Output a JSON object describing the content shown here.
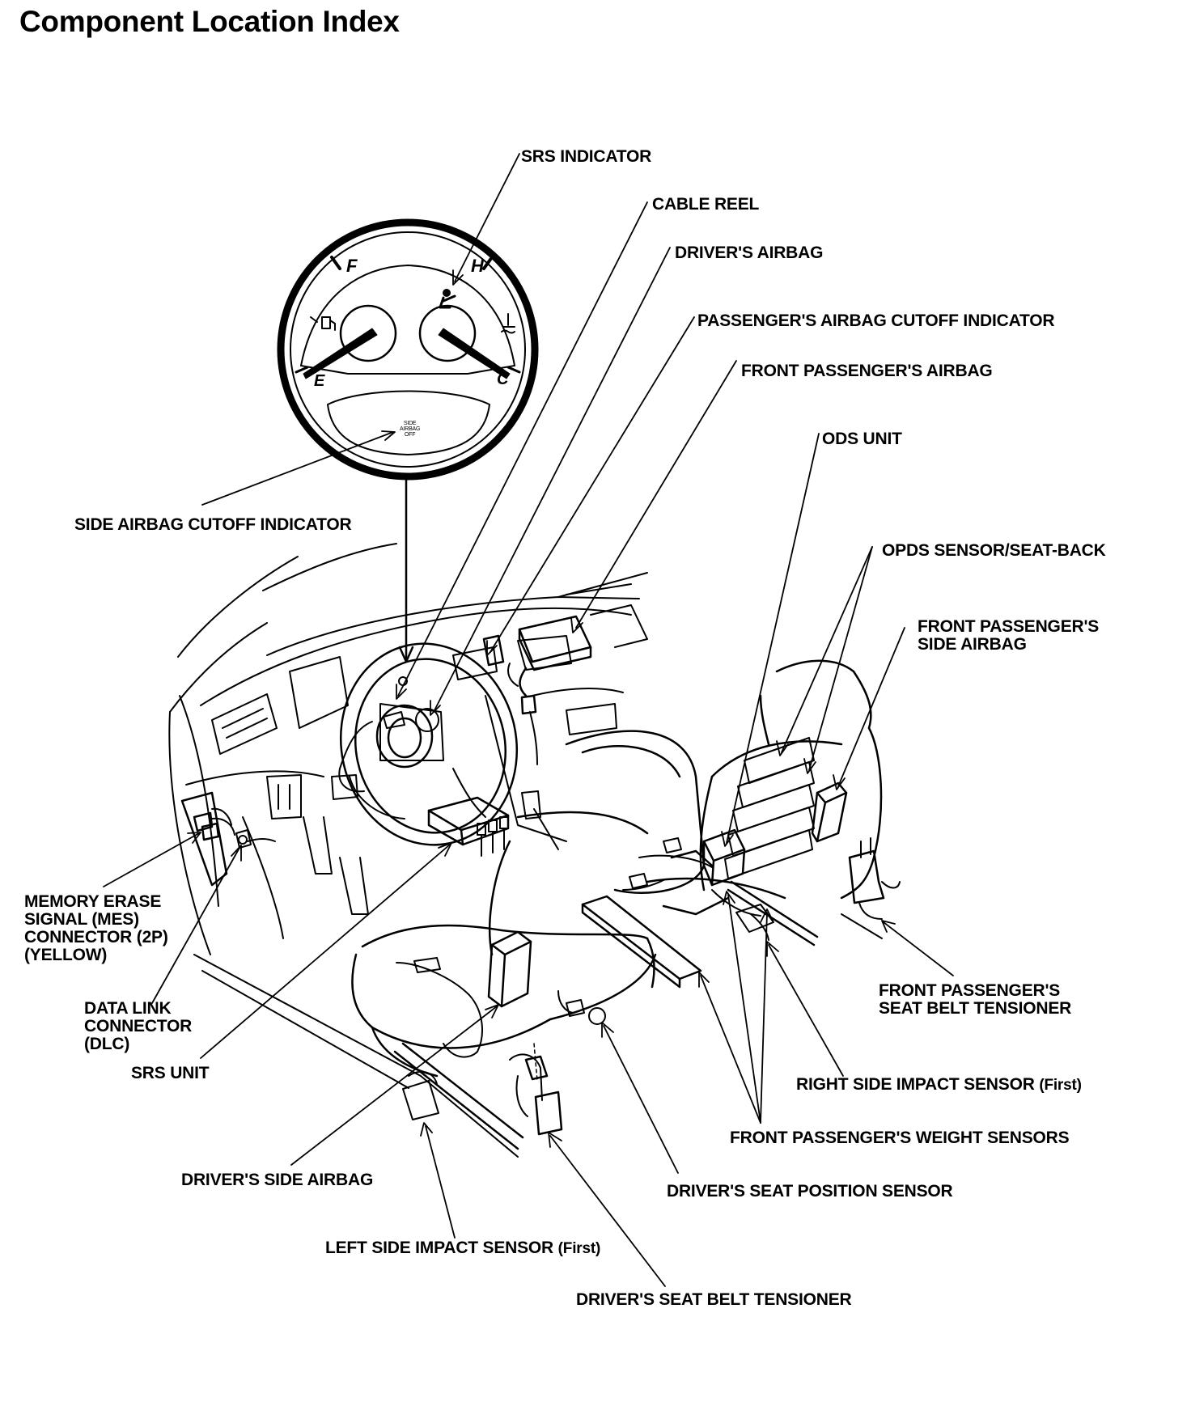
{
  "title": "Component Location Index",
  "gauge": {
    "fuel_full": "F",
    "fuel_empty": "E",
    "temp_hot": "H",
    "temp_cold": "C",
    "side_airbag_off_text": "SIDE\nAIRBAG\nOFF"
  },
  "labels": {
    "srs_indicator": "SRS INDICATOR",
    "cable_reel": "CABLE REEL",
    "drivers_airbag": "DRIVER'S AIRBAG",
    "passengers_airbag_cutoff_indicator": "PASSENGER'S AIRBAG CUTOFF INDICATOR",
    "front_passengers_airbag": "FRONT PASSENGER'S AIRBAG",
    "ods_unit": "ODS UNIT",
    "side_airbag_cutoff_indicator": "SIDE AIRBAG CUTOFF INDICATOR",
    "opds_sensor_seat_back": "OPDS SENSOR/SEAT-BACK",
    "front_passengers_side_airbag": "FRONT PASSENGER'S\nSIDE AIRBAG",
    "memory_erase_signal_connector": "MEMORY ERASE\nSIGNAL (MES)\nCONNECTOR (2P)\n(YELLOW)",
    "data_link_connector": "DATA LINK\nCONNECTOR\n(DLC)",
    "srs_unit": "SRS UNIT",
    "front_passengers_seat_belt_tensioner": "FRONT PASSENGER'S\nSEAT BELT TENSIONER",
    "right_side_impact_sensor": "RIGHT SIDE IMPACT SENSOR",
    "right_side_impact_sensor_note": "(First)",
    "front_passengers_weight_sensors": "FRONT PASSENGER'S WEIGHT SENSORS",
    "drivers_side_airbag": "DRIVER'S SIDE AIRBAG",
    "drivers_seat_position_sensor": "DRIVER'S SEAT POSITION SENSOR",
    "left_side_impact_sensor": "LEFT SIDE IMPACT SENSOR",
    "left_side_impact_sensor_note": "(First)",
    "drivers_seat_belt_tensioner": "DRIVER'S SEAT BELT TENSIONER"
  }
}
